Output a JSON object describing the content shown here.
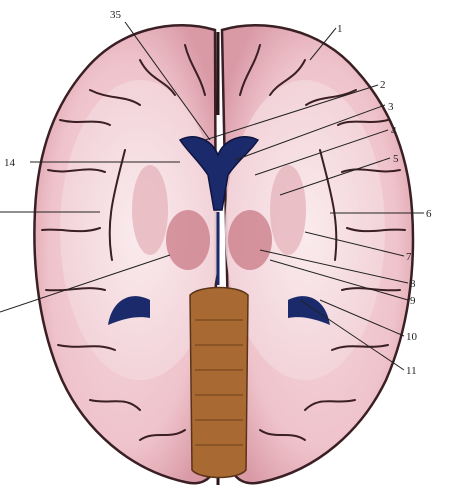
{
  "figure": {
    "labels": [
      "35",
      "1",
      "2",
      "3",
      "4",
      "5",
      "14",
      "6",
      "7",
      "8",
      "9",
      "10",
      "11"
    ]
  }
}
